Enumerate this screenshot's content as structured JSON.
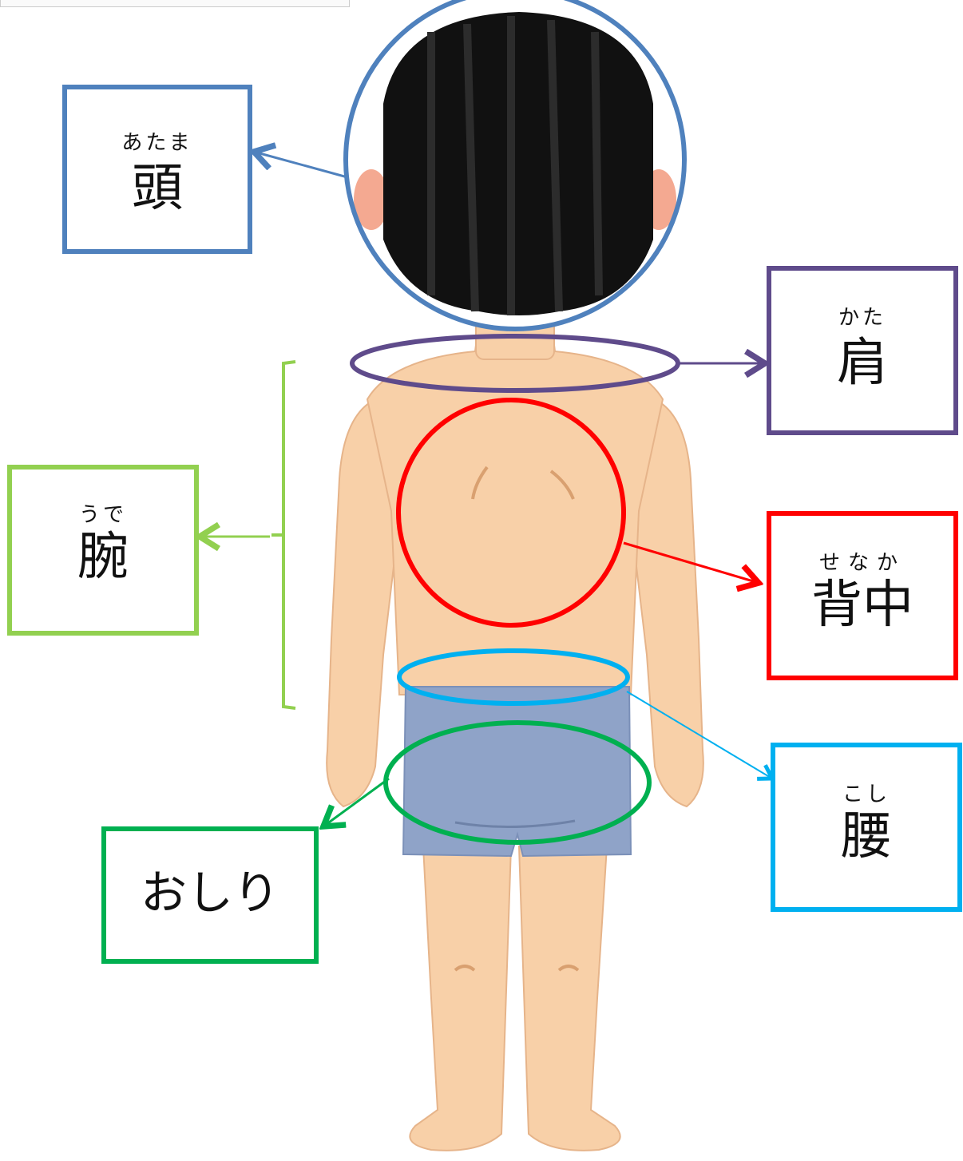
{
  "labels": {
    "head": {
      "reading": "あたま",
      "text": "頭",
      "color": "#4f81bd"
    },
    "shoulder": {
      "reading": "かた",
      "text": "肩",
      "color": "#5f4b8b"
    },
    "arm": {
      "reading": "うで",
      "text": "腕",
      "color": "#92d050"
    },
    "back": {
      "reading": "せなか",
      "text": "背中",
      "color": "#ff0000"
    },
    "waist": {
      "reading": "こし",
      "text": "腰",
      "color": "#00b0f0"
    },
    "buttocks": {
      "reading": "",
      "text": "おしり",
      "color": "#00b050"
    }
  },
  "colors": {
    "skin": "#f8d0a8",
    "hair": "#111111",
    "shorts": "#8fa3c8"
  }
}
